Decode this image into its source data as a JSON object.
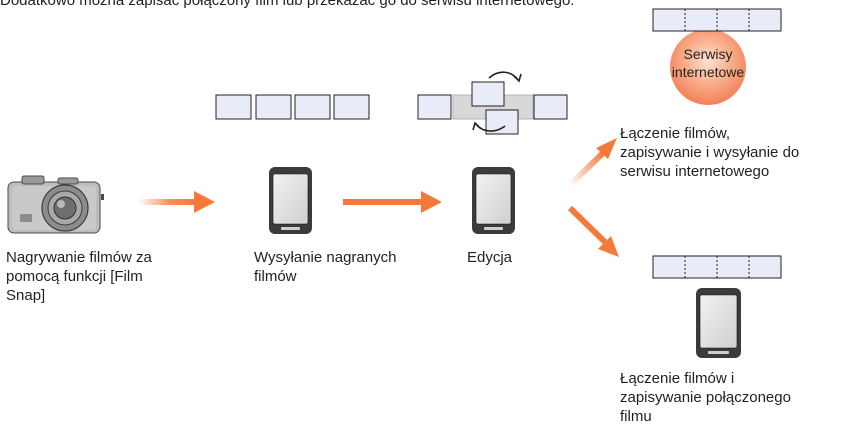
{
  "intro_text": "Dodatkowo można zapisać połączony film lub przekazać go do serwisu internetowego.",
  "labels": {
    "recording": "Nagrywanie filmów za\npomocą funkcji [Film\nSnap]",
    "sending": "Wysyłanie nagranych\nfilmów",
    "editing": "Edycja",
    "web_upload": "Łączenie filmów,\nzapisywanie i wysyłanie do\nserwisu internetowego",
    "web_services": "Serwisy\ninternetowe",
    "save_combined": "Łączenie filmów i\nzapisywanie połączonego\nfilmu"
  },
  "icons": {
    "camera": "camera-icon",
    "smartphone": "smartphone-icon",
    "arrow": "arrow-icon",
    "rotate": "rotate-arrows-icon"
  },
  "colors": {
    "arrow": "#f47a3c",
    "clip_fill": "#e8ecf8",
    "clip_stroke": "#231f20",
    "cloud": "#f58a5e"
  }
}
